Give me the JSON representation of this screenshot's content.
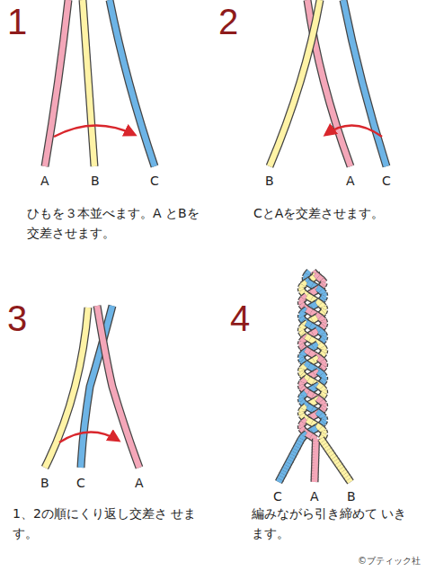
{
  "diagram": {
    "labels": [
      "1",
      "A",
      "B",
      "C",
      "ひもを３本並べます。A とBを交差させます。",
      "2",
      "B",
      "A",
      "C",
      "CとAを交差させます。",
      "3",
      "B",
      "C",
      "A",
      "1、2の順にくり返し交差さ せます。",
      "4",
      "C",
      "A",
      "B",
      "編みながら引き締めて いきます。",
      "©ブティック社"
    ]
  }
}
